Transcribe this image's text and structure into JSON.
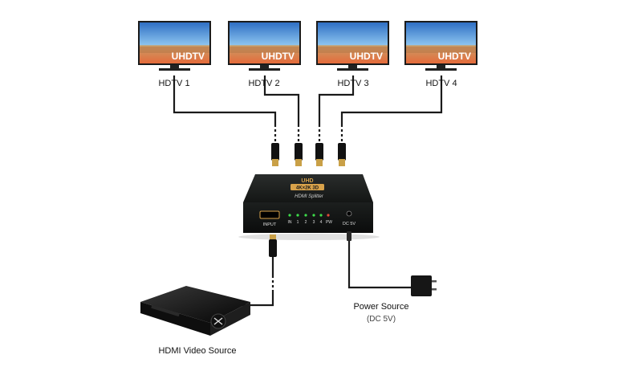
{
  "tvs": [
    {
      "label": "HDTV 1",
      "screen_text": "UHDTV"
    },
    {
      "label": "HDTV 2",
      "screen_text": "UHDTV"
    },
    {
      "label": "HDTV 3",
      "screen_text": "UHDTV"
    },
    {
      "label": "HDTV 4",
      "screen_text": "UHDTV"
    }
  ],
  "splitter": {
    "top_text": "UHD",
    "badge_text": "4K×2K 3D",
    "brand_text": "HDMI Splitter",
    "input_label": "INPUT",
    "led_labels": [
      "IN",
      "1",
      "2",
      "3",
      "4",
      "PW"
    ],
    "dc_label": "DC 5V"
  },
  "source": {
    "label": "HDMI Video Source"
  },
  "power": {
    "label": "Power Source",
    "sublabel": "(DC 5V)"
  },
  "colors": {
    "cable": "#1a1a1a",
    "led": "#3ddc4a",
    "accent": "#d8a24a",
    "screen_sky": "#4a8fd6"
  }
}
